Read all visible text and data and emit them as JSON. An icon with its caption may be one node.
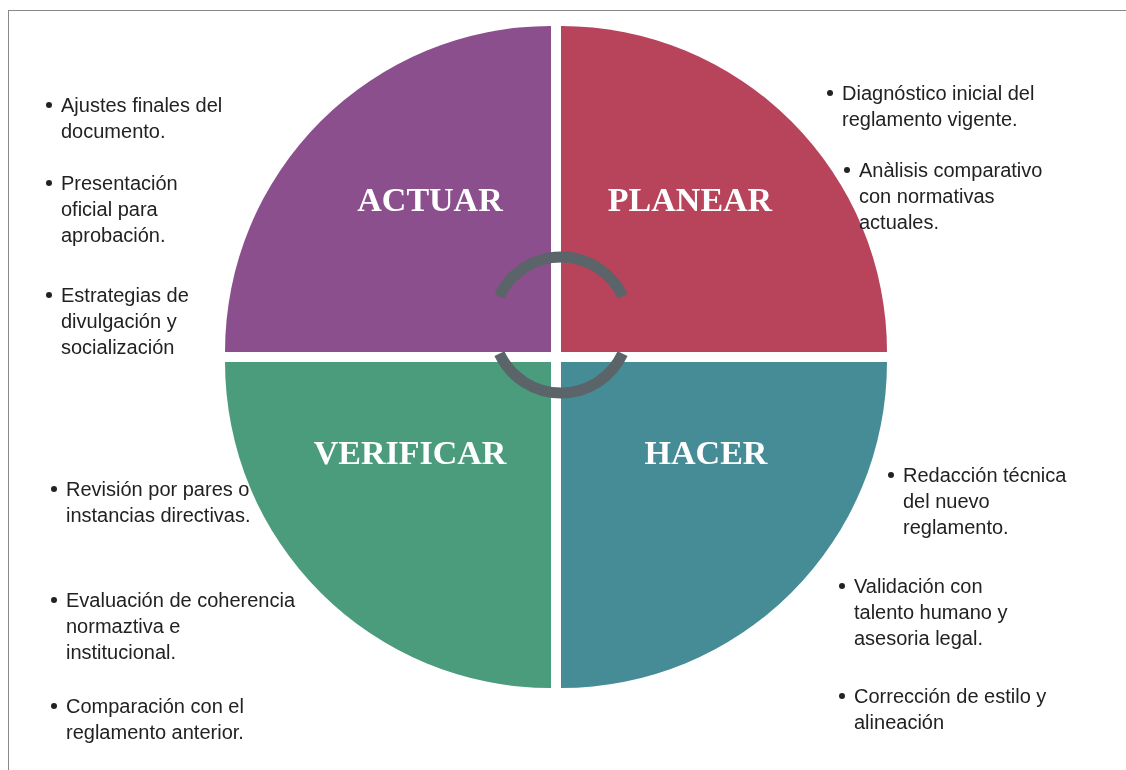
{
  "diagram": {
    "nodes": [
      {
        "text": [
          "ACTUAR"
        ],
        "beside": [
          "Ajustes finales del documento.",
          "Presentación oficial para aprobación.",
          "Estrategias de divulgación y socialización"
        ]
      },
      {
        "text": [
          "PLANEAR"
        ],
        "beside": [
          "Diagnóstico inicial del reglamento vigente.",
          "Anàlisis comparativo con normativas actuales."
        ]
      },
      {
        "text": [
          "VERIFICAR"
        ],
        "beside": [
          "Revisión por pares o instancias directivas.",
          "Evaluación de coherencia normaztiva e institucional.",
          "Comparación con el reglamento anterior."
        ]
      },
      {
        "text": [
          "HACER"
        ],
        "beside": [
          "Redacción técnica del nuevo reglamento.",
          "Validación con talento humano y asesoria legal.",
          "Corrección de estilo y alineación"
        ]
      }
    ]
  }
}
